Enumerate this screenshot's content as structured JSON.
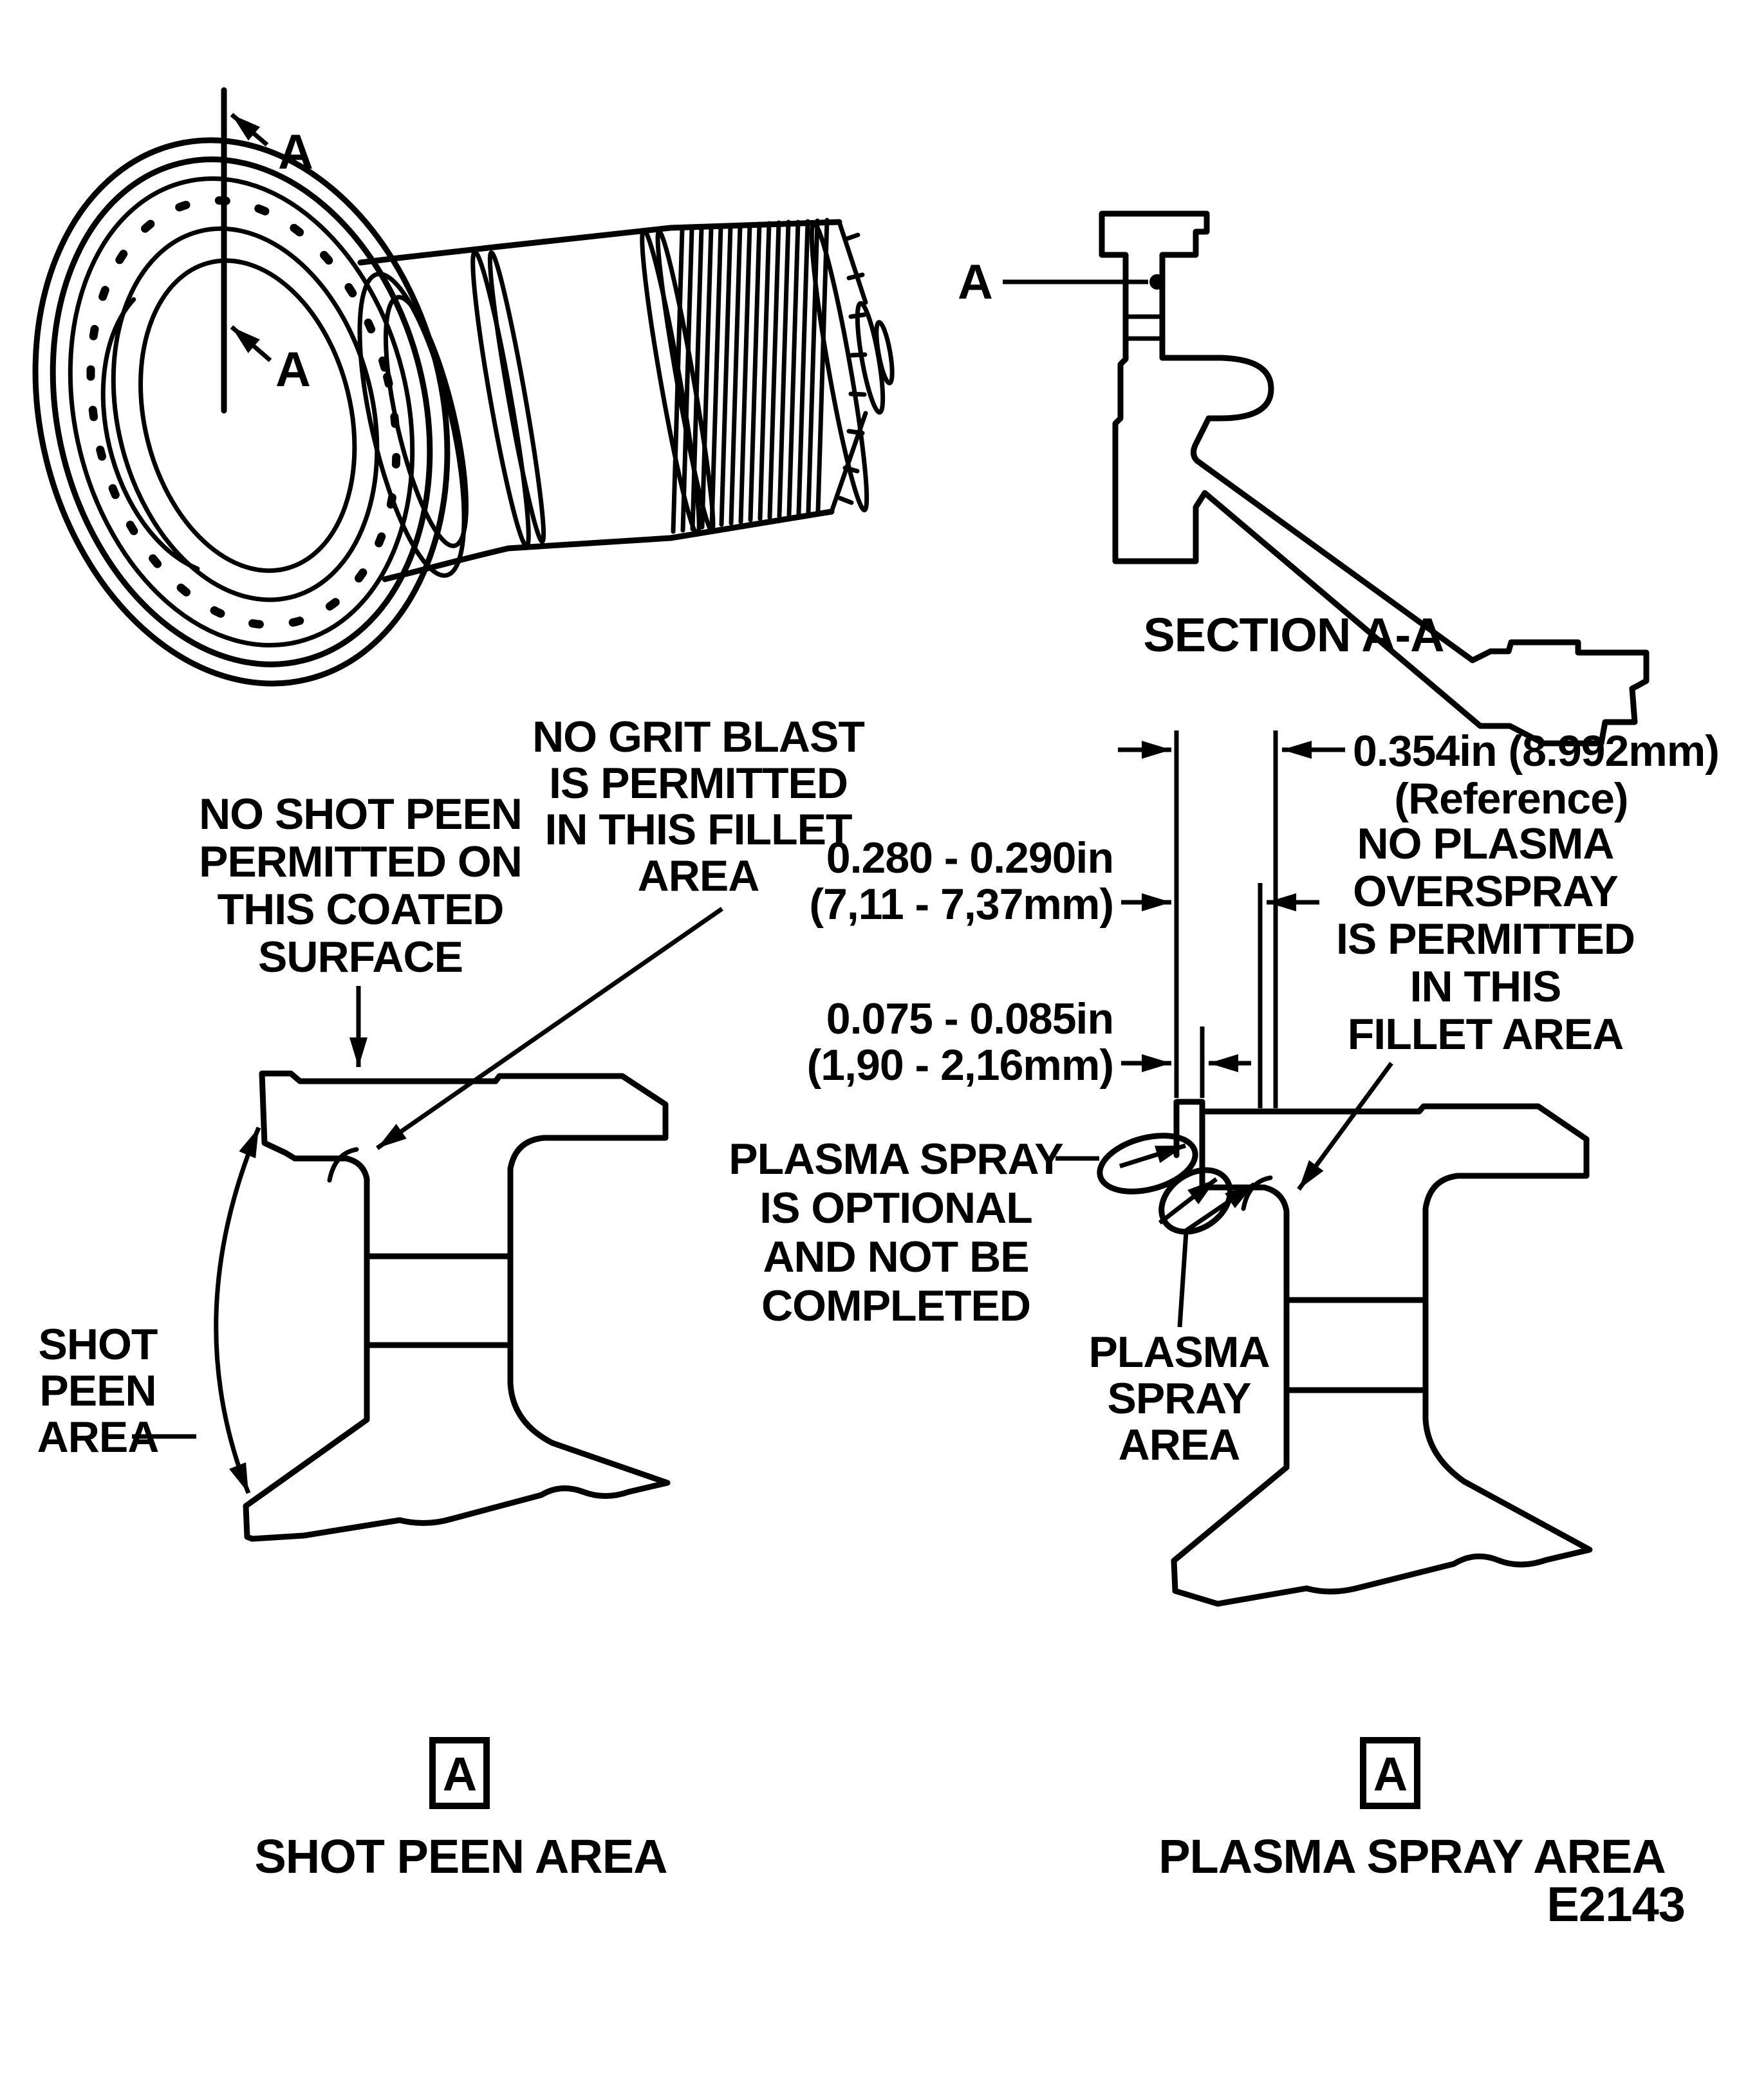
{
  "drawing_number": "E2143",
  "isometric_view": {
    "section_marker_top": "A",
    "section_marker_bottom": "A"
  },
  "section_view": {
    "datum_pointer": "A",
    "caption": "SECTION A-A"
  },
  "shot_peen_diagram": {
    "no_shot_peen_note": [
      "NO SHOT PEEN",
      "PERMITTED ON",
      "THIS COATED",
      "SURFACE"
    ],
    "no_grit_blast_note": [
      "NO GRIT BLAST",
      "IS PERMITTED",
      "IN THIS FILLET",
      "AREA"
    ],
    "extent_label": [
      "SHOT",
      "PEEN",
      "AREA"
    ],
    "datum_symbol": "A",
    "caption": "SHOT PEEN AREA"
  },
  "plasma_spray_diagram": {
    "dim_width_reference": [
      "0.354in (8.992mm)",
      "(Reference)"
    ],
    "dim_spray_band": [
      "0.280 - 0.290in",
      "(7,11 - 7,37mm)"
    ],
    "dim_edge_band": [
      "0.075 - 0.085in",
      "(1,90 - 2,16mm)"
    ],
    "no_overspray_note": [
      "NO PLASMA",
      "OVERSPRAY",
      "IS PERMITTED",
      "IN THIS",
      "FILLET AREA"
    ],
    "optional_note": [
      "PLASMA SPRAY",
      "IS OPTIONAL",
      "AND NOT BE",
      "COMPLETED"
    ],
    "spray_area_label": [
      "PLASMA",
      "SPRAY",
      "AREA"
    ],
    "datum_symbol": "A",
    "caption": "PLASMA SPRAY AREA"
  },
  "colors": {
    "ink": "#000000",
    "paper": "#ffffff"
  }
}
